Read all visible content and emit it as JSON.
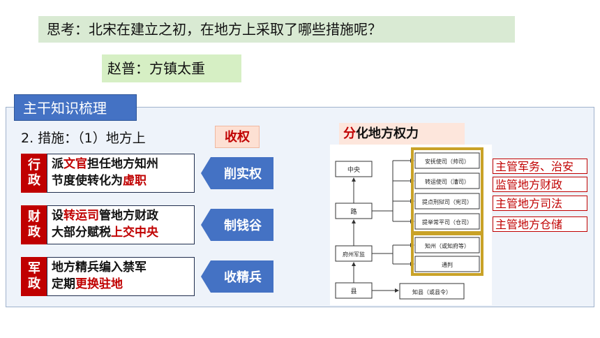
{
  "question": "思考：北宋在建立之初，在地方上采取了哪些措施呢？",
  "answer": "赵普：方镇太重",
  "panel_title": "主干知识梳理",
  "measures_label": "2. 措施：（1）地方上",
  "shouquan": "收权",
  "rows": [
    {
      "category_top": "行",
      "category_bottom": "政",
      "line1_a": "派",
      "line1_red": "文官",
      "line1_b": "担任地方知州",
      "line2_a": "节度使转化为",
      "line2_red": "虚职",
      "action": "削实权"
    },
    {
      "category_top": "财",
      "category_bottom": "政",
      "line1_a": "设",
      "line1_red": "转运司",
      "line1_b": "管地方财政",
      "line2_a": "大部分赋税",
      "line2_red": "上交中央",
      "action": "制钱谷"
    },
    {
      "category_top": "军",
      "category_bottom": "政",
      "line1_a": "地方精兵编入禁军",
      "line1_red": "",
      "line1_b": "",
      "line2_a": "定期",
      "line2_red": "更换驻地",
      "action": "收精兵"
    }
  ],
  "chart_title_red": "分",
  "chart_title_rest": "化地方权力",
  "diagram": {
    "center": "中央",
    "lu": "路",
    "fuzhou": "府州军监",
    "xian": "县",
    "offices": [
      "安抚使司（帅司）",
      "转运使司（漕司）",
      "提点刑狱司（宪司）",
      "提举常平司（仓司）"
    ],
    "zhou_officials": [
      "知州（或知府等）",
      "通判"
    ],
    "xian_official": "知县（或县令）"
  },
  "roles": [
    "主管军务、治安",
    "监管地方财政",
    "主管地方司法",
    "主管地方仓储"
  ],
  "colors": {
    "accent_blue": "#4472c4",
    "red": "#c00000",
    "gold": "#c9a227"
  }
}
